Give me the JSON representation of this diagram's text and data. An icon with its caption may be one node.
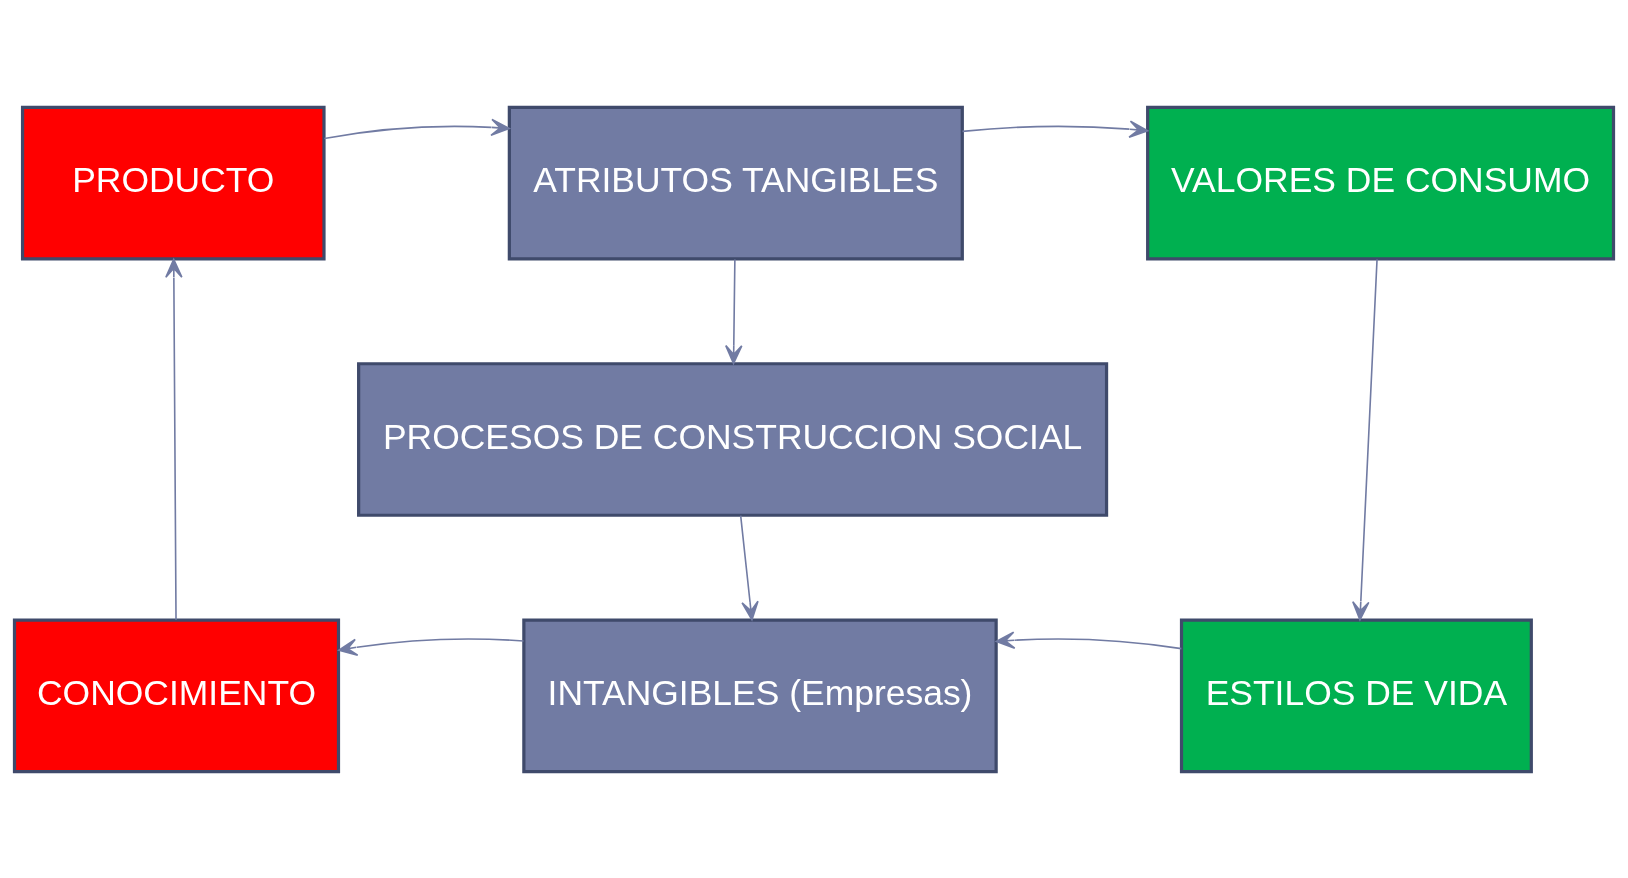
{
  "diagram": {
    "nodes": [
      {
        "text": [
          "PRODUCTO"
        ]
      },
      {
        "text": [
          "ATRIBUTOS TANGIBLES"
        ]
      },
      {
        "text": [
          "VALORES DE CONSUMO"
        ]
      },
      {
        "text": [
          "PROCESOS DE CONSTRUCCION SOCIAL"
        ]
      },
      {
        "text": [
          "CONOCIMIENTO"
        ]
      },
      {
        "text": [
          "INTANGIBLES (Empresas)"
        ]
      },
      {
        "text": [
          "ESTILOS DE VIDA"
        ]
      }
    ],
    "edges": [
      {
        "from": 0,
        "to": 1,
        "arrow": "to"
      },
      {
        "from": 1,
        "to": 2,
        "arrow": "to"
      },
      {
        "from": 1,
        "to": 3,
        "arrow": "to"
      },
      {
        "from": 2,
        "to": 6,
        "arrow": "to"
      },
      {
        "from": 3,
        "to": 5,
        "arrow": "to"
      },
      {
        "from": 6,
        "to": 5,
        "arrow": "to"
      },
      {
        "from": 5,
        "to": 4,
        "arrow": "to"
      },
      {
        "from": 4,
        "to": 0,
        "arrow": "to"
      }
    ]
  }
}
